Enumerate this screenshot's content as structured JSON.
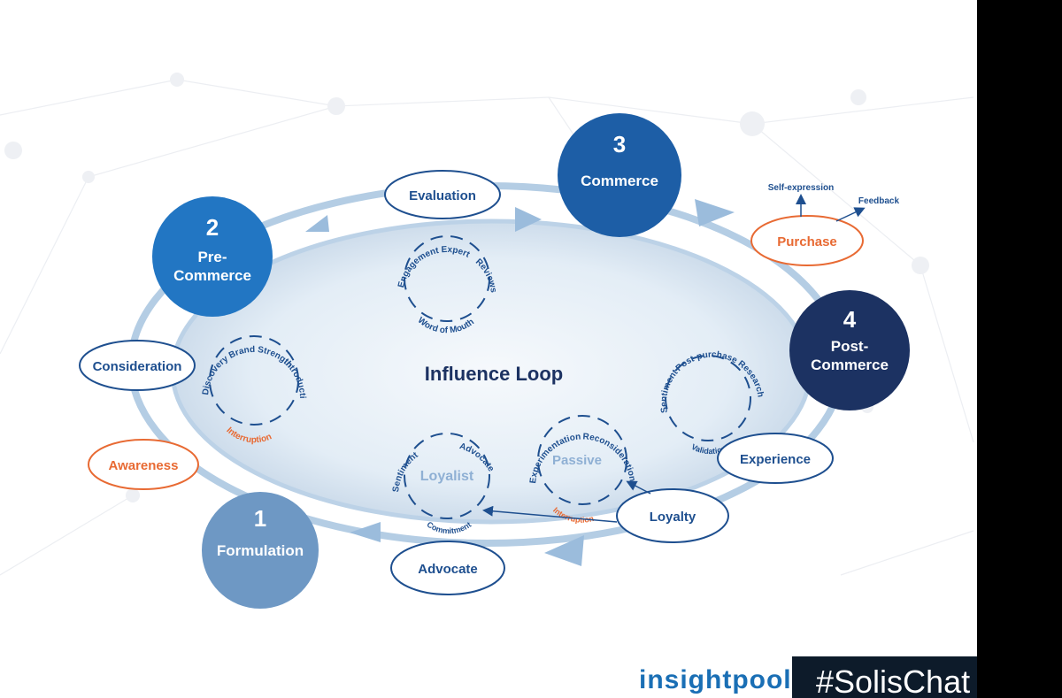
{
  "diagram": {
    "title": "Influence Loop",
    "stages": [
      {
        "number": "1",
        "name": "Formulation"
      },
      {
        "number": "2",
        "name_line1": "Pre-",
        "name_line2": "Commerce"
      },
      {
        "number": "3",
        "name": "Commerce"
      },
      {
        "number": "4",
        "name_line1": "Post-",
        "name_line2": "Commerce"
      }
    ],
    "nodes": {
      "evaluation": "Evaluation",
      "consideration": "Consideration",
      "awareness": "Awareness",
      "purchase": "Purchase",
      "experience": "Experience",
      "loyalty": "Loyalty",
      "advocate": "Advocate"
    },
    "purchase_outputs": {
      "self_expression": "Self-expression",
      "feedback": "Feedback"
    },
    "cycles": {
      "evaluation": {
        "engagement": "Engagement",
        "expert": "Expert",
        "reviews": "Reviews",
        "word_of_mouth": "Word of Mouth"
      },
      "pre_commerce": {
        "brand_strength": "Brand Strength",
        "introduction": "Introduction",
        "interruption": "Interruption",
        "discovery": "Discovery"
      },
      "post_commerce": {
        "post_purchase_research": "Post-purchase Research",
        "validation": "Validation",
        "sentiment": "Sentiment"
      },
      "loyalist": {
        "center": "Loyalist",
        "sentiment": "Sentiment",
        "advocate": "Advocate",
        "commitment": "Commitment"
      },
      "passive": {
        "center": "Passive",
        "experimentation": "Experimentation",
        "reconsideration": "Reconsideration",
        "interruption": "Interruption"
      }
    },
    "colors": {
      "stage1": "#6e98c4",
      "stage2": "#2276c3",
      "stage3": "#1d5ea6",
      "stage4": "#1c3262",
      "orange": "#e86a33",
      "blue_text": "#1e4f8f"
    }
  },
  "footer": {
    "logo": "insightpool",
    "hashtag": "#SolisChat"
  }
}
